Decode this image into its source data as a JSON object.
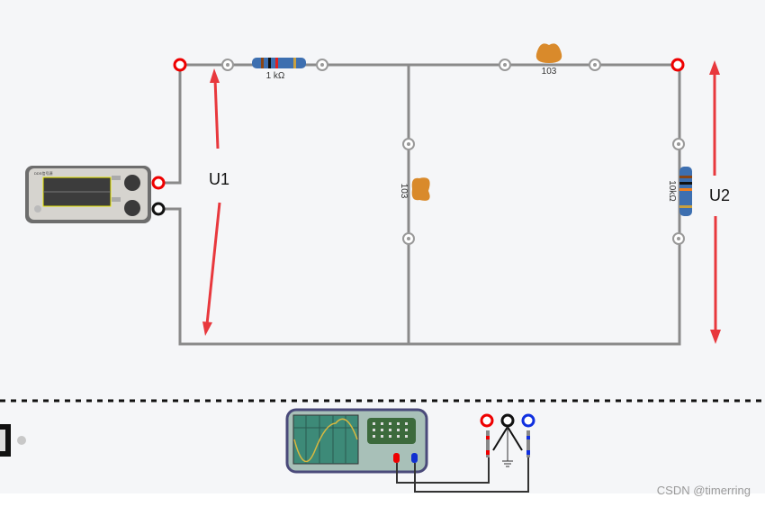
{
  "circuit": {
    "resistor_1_label": "1 kΩ",
    "capacitor_1_label": "103",
    "capacitor_2_label": "103",
    "resistor_2_label": "10kΩ",
    "u1_label": "U1",
    "u2_label": "U2"
  },
  "colors": {
    "wire": "#8a8a8a",
    "arrow": "#e8383d",
    "capacitor": "#d98a2b",
    "background": "#f5f6f8"
  },
  "watermark": "CSDN @timerring"
}
